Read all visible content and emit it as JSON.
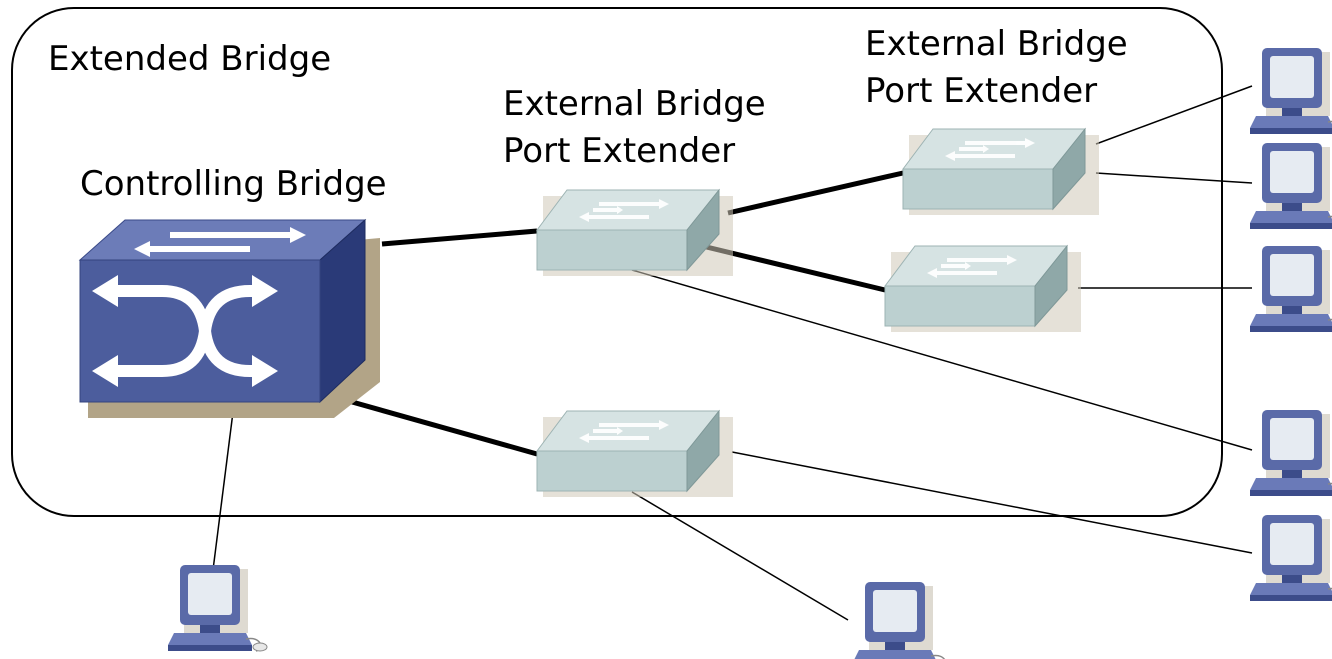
{
  "labels": {
    "extended_bridge": "Extended Bridge",
    "controlling_bridge": "Controlling Bridge",
    "pe1_line1": "External Bridge",
    "pe1_line2": "Port Extender",
    "pe2_line1": "External Bridge",
    "pe2_line2": "Port Extender"
  },
  "icons": {
    "controlling_bridge": "switch-icon",
    "port_extender": "switch-icon",
    "end_station": "computer-icon"
  },
  "colors": {
    "cb_front": "#4c5d9d",
    "cb_top": "#6c7cb8",
    "cb_side": "#2a3a78",
    "cb_shadow": "#b2a487",
    "pe_front": "#bcd0d0",
    "pe_top": "#d6e3e3",
    "pe_side": "#8fa8a8",
    "pc_body": "#5a6aa8"
  }
}
